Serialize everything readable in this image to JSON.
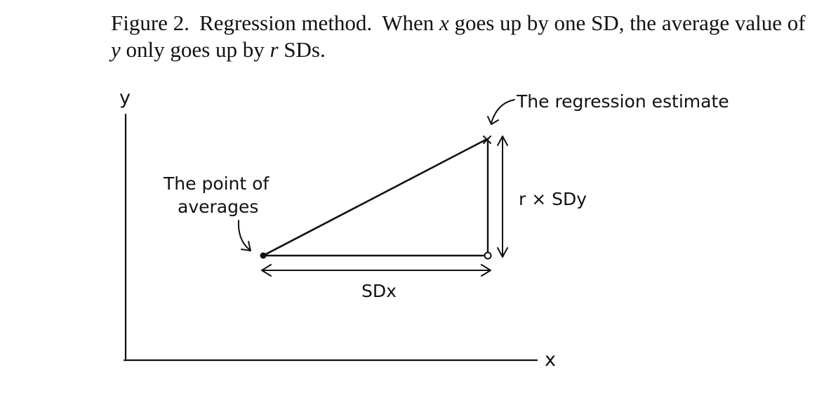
{
  "caption": {
    "figure_label": "Figure 2.",
    "title": "Regression method.",
    "text_1": "When ",
    "x_var": "x",
    "text_2": " goes up by one SD, the average value of ",
    "y_var": "y",
    "text_3": " only goes up by ",
    "r_var": "r",
    "text_4": " SDs."
  },
  "diagram": {
    "y_axis_label": "y",
    "x_axis_label": "x",
    "point_of_averages_label": [
      "The point of",
      "averages"
    ],
    "regression_estimate_label": "The regression estimate",
    "horizontal_label": "SDx",
    "vertical_label": "r × SDy"
  }
}
